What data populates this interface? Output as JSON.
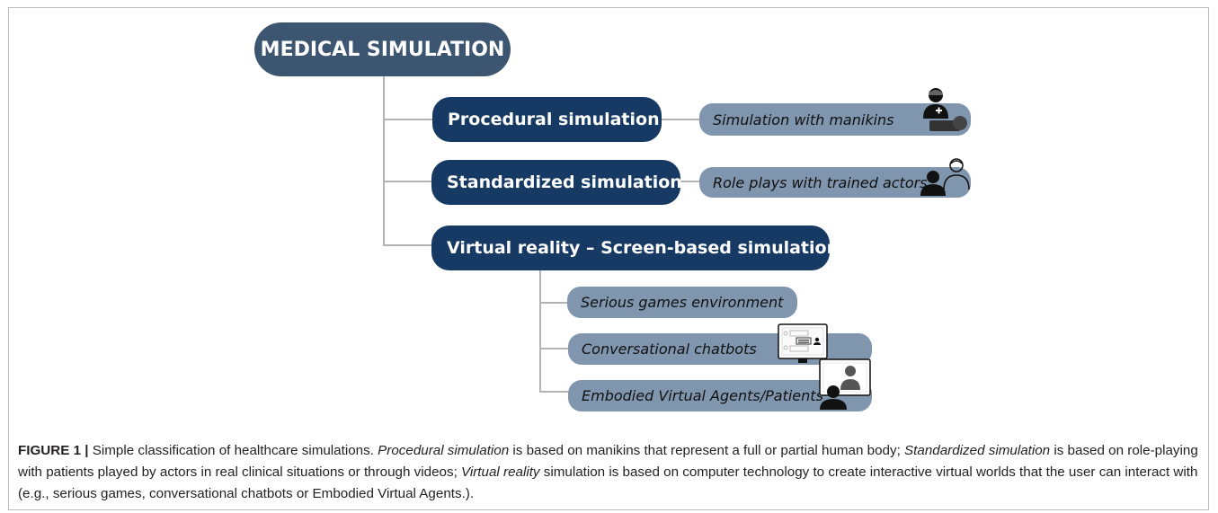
{
  "diagram": {
    "root": "MEDICAL SIMULATION",
    "procedural": {
      "label": "Procedural simulation",
      "detail": "Simulation with manikins"
    },
    "standardized": {
      "label": "Standardized simulation",
      "detail": "Role plays with trained actors"
    },
    "virtual": {
      "label": "Virtual reality – Screen-based simulation",
      "children": [
        "Serious games environment",
        "Conversational chatbots",
        "Embodied Virtual Agents/Patients"
      ]
    },
    "icons": [
      "manikin-icon",
      "trained-actors-icon",
      "chatbot-screen-icon",
      "virtual-agent-screen-icon"
    ]
  },
  "caption": {
    "label": "FIGURE 1 |",
    "p1": " Simple classification of healthcare simulations. ",
    "e1": "Procedural simulation",
    "p2": " is based on manikins that represent a full or partial human body; ",
    "e2": "Standardized simulation",
    "p3": " is based on role-playing with patients played by actors in real clinical situations or through videos; ",
    "e3": "Virtual reality",
    "p4": " simulation is based on computer technology to create interactive virtual worlds that the user can interact with (e.g., serious games, conversational chatbots or Embodied Virtual Agents.)."
  },
  "colors": {
    "root": "#3c5570",
    "level1": "#163a63",
    "level2": "#8096ae",
    "connector": "#b3b3b3"
  }
}
